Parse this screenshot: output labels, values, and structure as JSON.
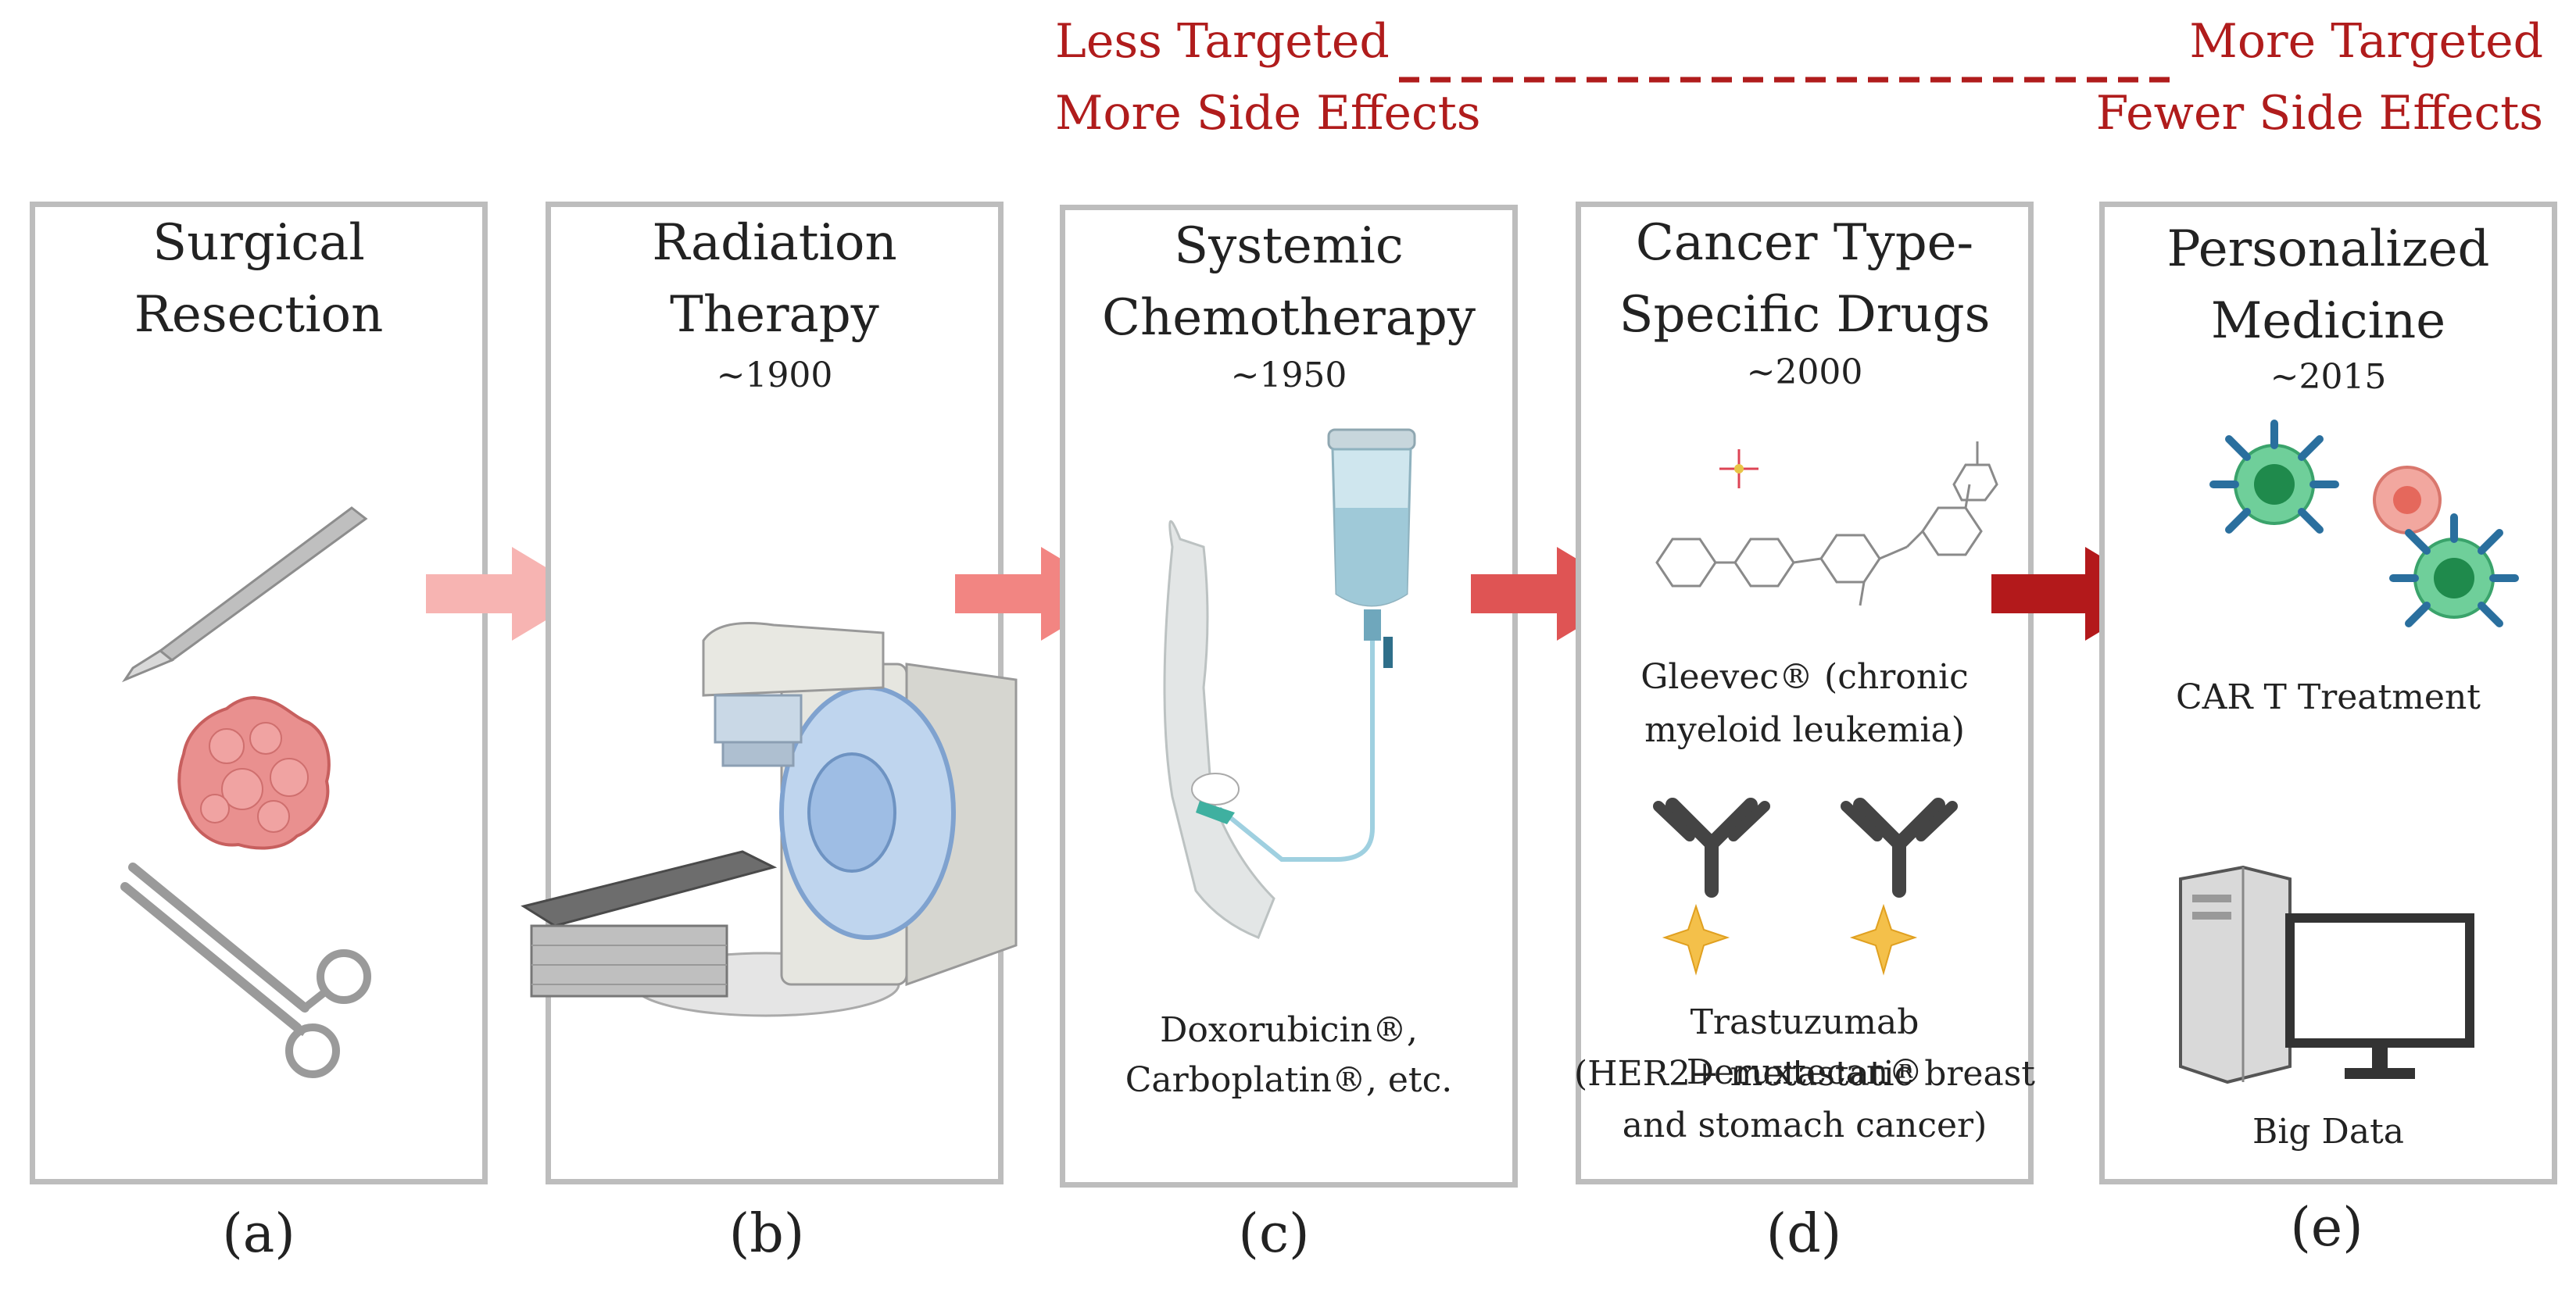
{
  "scale": {
    "left_top": "Less Targeted",
    "left_bottom": "More Side Effects",
    "right_top": "More Targeted",
    "right_bottom": "Fewer Side Effects",
    "color": "#b01c1c"
  },
  "panels": [
    {
      "title_1": "Surgical",
      "title_2": "Resection",
      "year": "",
      "label": "(a)"
    },
    {
      "title_1": "Radiation",
      "title_2": "Therapy",
      "year": "~1900",
      "label": "(b)"
    },
    {
      "title_1": "Systemic",
      "title_2": "Chemotherapy",
      "year": "~1950",
      "label": "(c)",
      "caption_1": "Doxorubicin®,",
      "caption_2": "Carboplatin®, etc."
    },
    {
      "title_1": "Cancer Type-",
      "title_2": "Specific Drugs",
      "year": "~2000",
      "label": "(d)",
      "caption_a1": "Gleevec® (chronic",
      "caption_a2": "myeloid leukemia)",
      "caption_b1": "Trastuzumab Deruxtecan®",
      "caption_b2": "(HER2+ metastatic breast",
      "caption_b3": "and stomach cancer)"
    },
    {
      "title_1": "Personalized",
      "title_2": "Medicine",
      "year": "~2015",
      "label": "(e)",
      "caption_a": "CAR T Treatment",
      "caption_b": "Big Data"
    }
  ],
  "icons": [
    "scalpel-icon",
    "tumor-icon",
    "forceps-icon",
    "radiation-machine-icon",
    "iv-drip-arm-icon",
    "molecule-icon",
    "antibody-drug-icon",
    "car-t-cell-icon",
    "computer-icon"
  ]
}
